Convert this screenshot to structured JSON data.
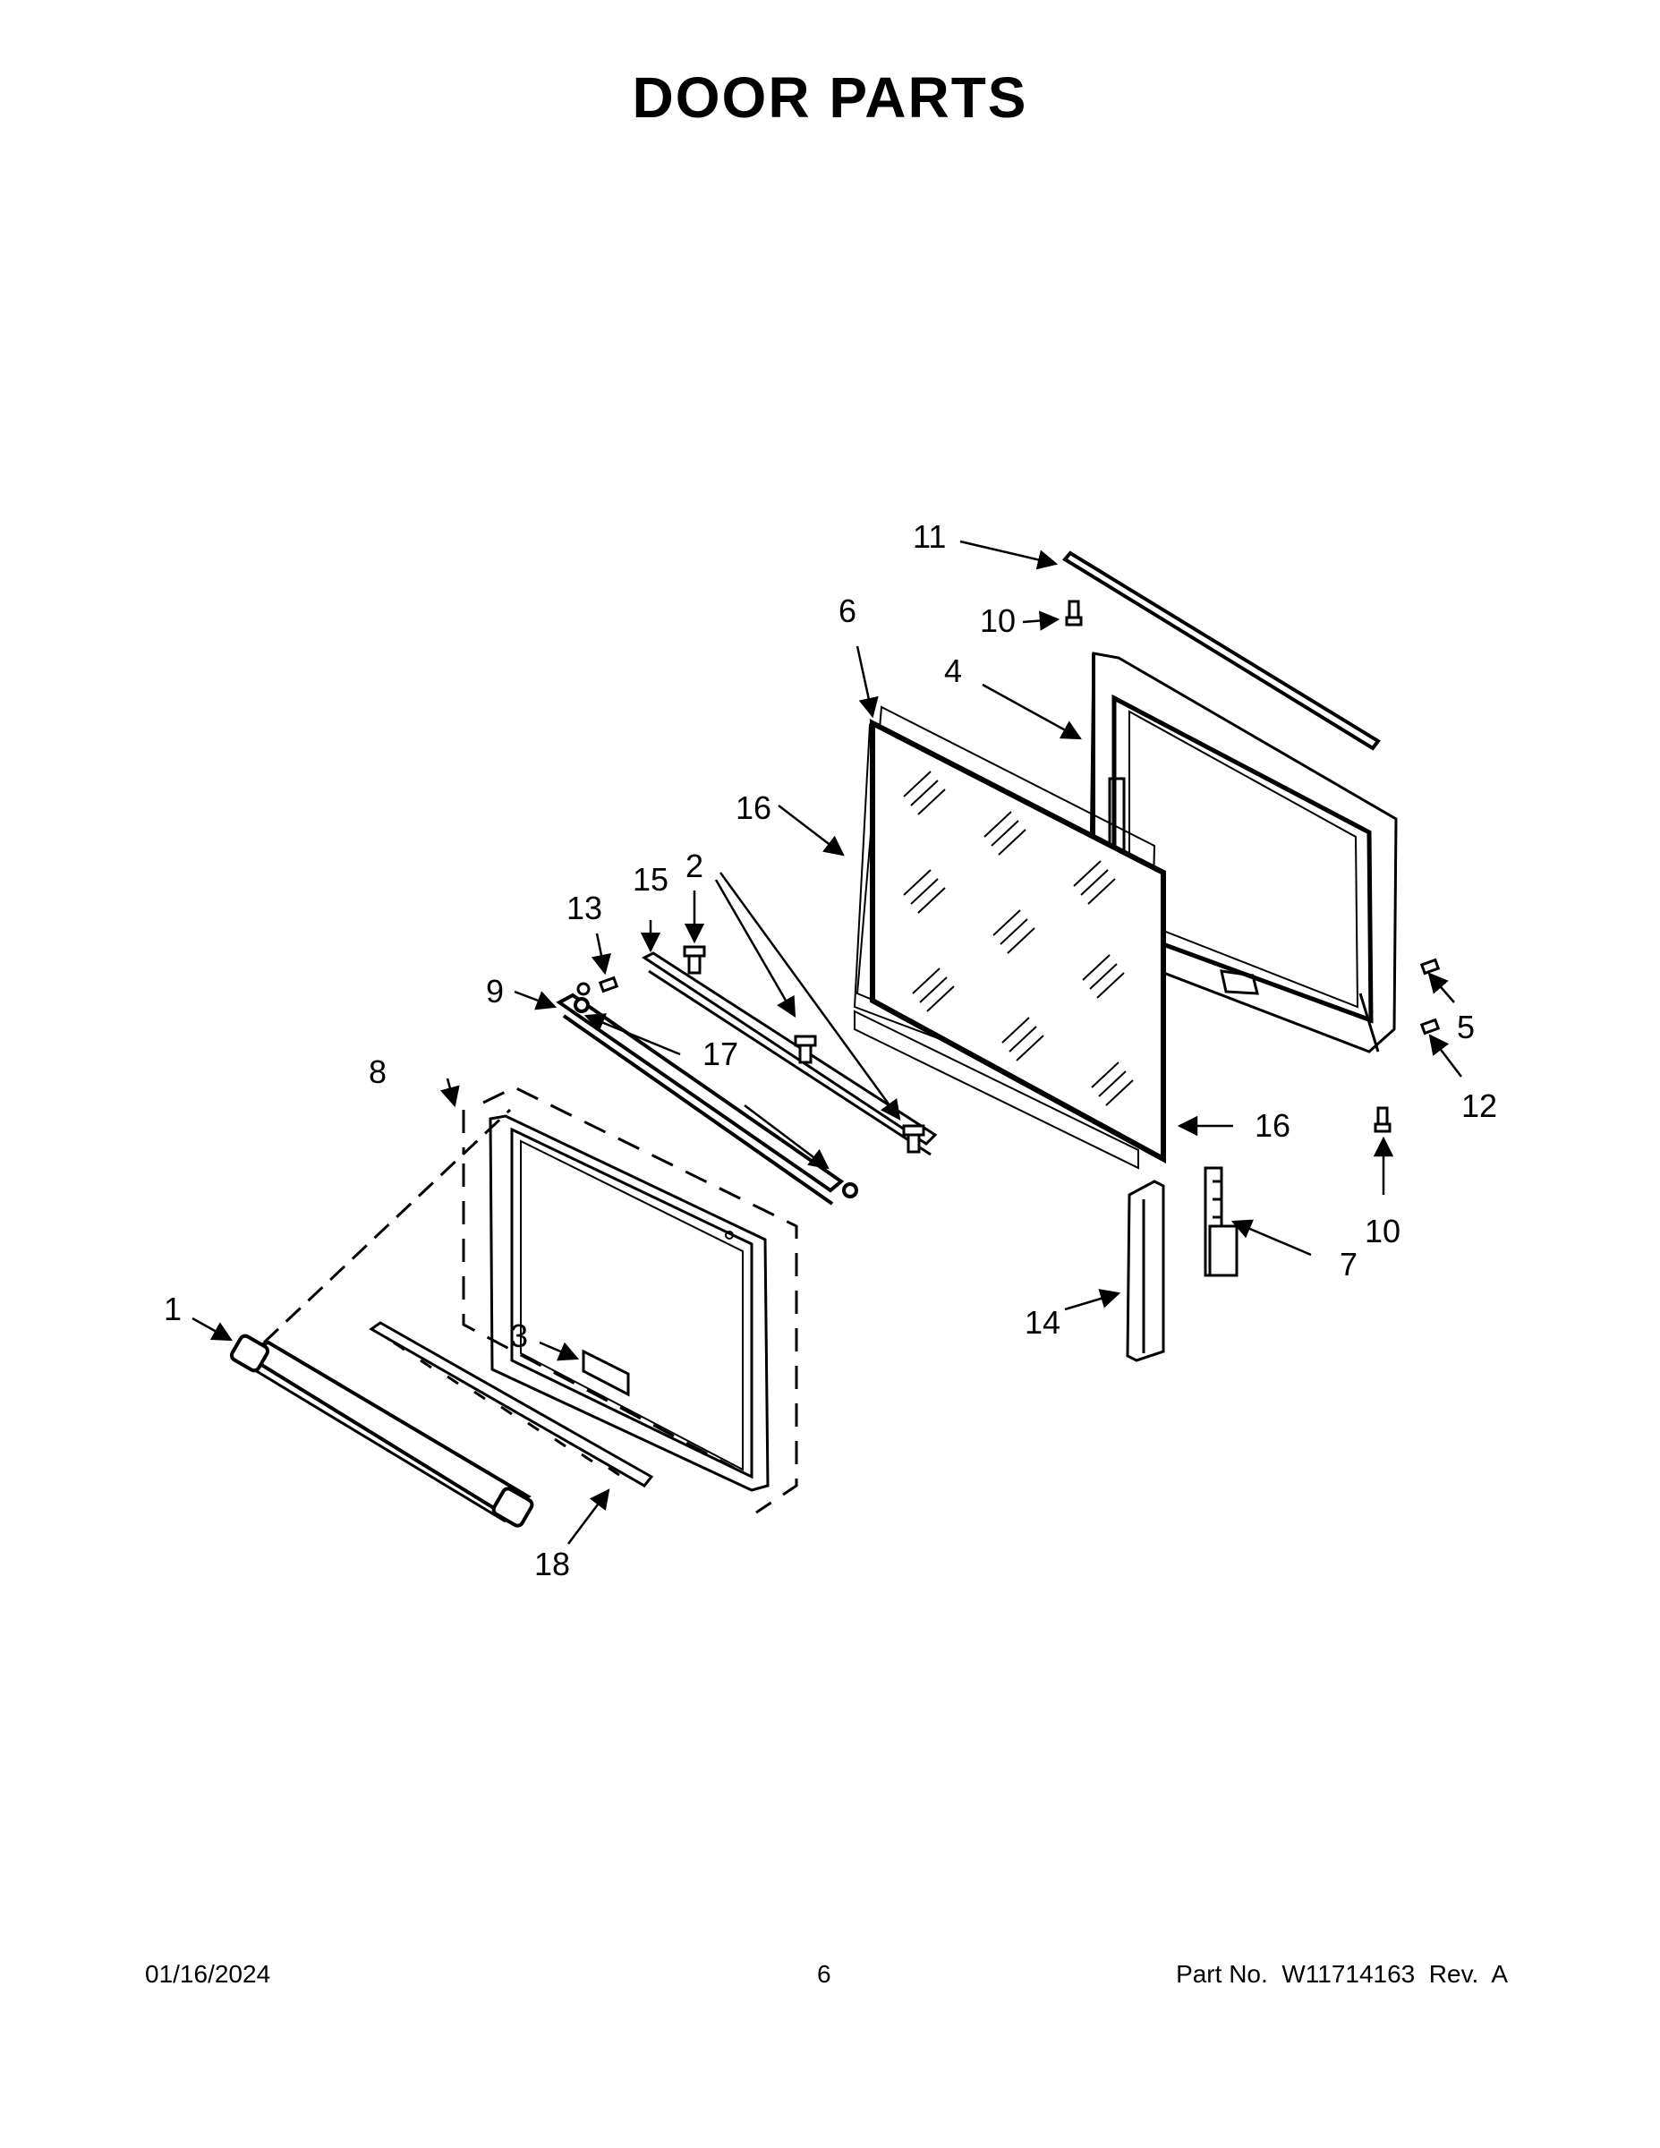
{
  "page": {
    "title": "DOOR PARTS",
    "footer": {
      "date": "01/16/2024",
      "page_number": "6",
      "part_number": "Part No.  W11714163  Rev.  A"
    }
  },
  "callouts": [
    "1",
    "2",
    "3",
    "4",
    "5",
    "6",
    "7",
    "8",
    "9",
    "10",
    "10",
    "11",
    "12",
    "13",
    "14",
    "15",
    "16",
    "16",
    "17",
    "18"
  ],
  "parts": [
    "door-handle",
    "handle-screw",
    "badge",
    "inner-door-frame",
    "hinge-screw",
    "door-glass",
    "door-hinge",
    "outer-door-panel",
    "glass-retainer",
    "screw",
    "screw",
    "door-gasket-strip",
    "screw",
    "screw",
    "door-side-trim",
    "top-trim",
    "glass-spacer",
    "glass-spacer",
    "end-cap",
    "vent-bracket"
  ]
}
